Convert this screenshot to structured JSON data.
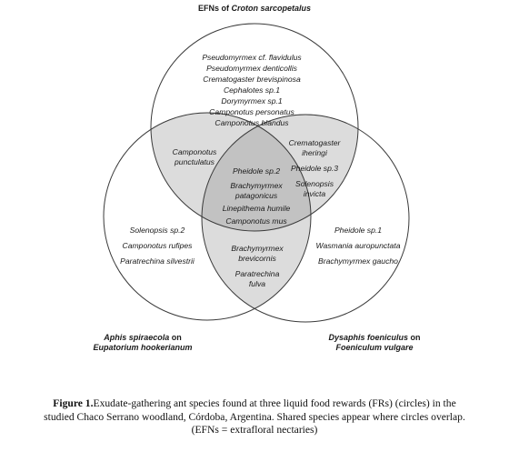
{
  "colors": {
    "overlap_pair": "#dcdcdc",
    "overlap_center": "#c2c2c2",
    "stroke": "#3a3a3a",
    "background": "#ffffff"
  },
  "sets": {
    "top": {
      "label_prefix": "EFNs of ",
      "label_italic": "Croton sarcopetalus"
    },
    "left": {
      "label_italic_1": "Aphis spiraecola",
      "label_rest_1": " on",
      "label_italic_2": "Eupatorium hookerianum"
    },
    "right": {
      "label_italic_1": "Dysaphis foeniculus",
      "label_rest_1": " on",
      "label_italic_2": "Foeniculum vulgare"
    }
  },
  "regions": {
    "top_only": [
      "Pseudomyrmex cf. flavidulus",
      "Pseudomyrmex denticollis",
      "Crematogaster brevispinosa",
      "Cephalotes sp.1",
      "Dorymyrmex sp.1",
      "Camponotus personatus",
      "Camponotus blandus"
    ],
    "top_left": [
      "Camponotus",
      "punctulatus"
    ],
    "top_right": [
      "Crematogaster",
      "iheringi",
      "Pheidole sp.3",
      "Solenopsis",
      "invicta"
    ],
    "center": [
      "Pheidole sp.2",
      "Brachymyrmex",
      "patagonicus",
      "Linepithema humile",
      "Camponotus mus"
    ],
    "left_only": [
      "Solenopsis sp.2",
      "Camponotus rufipes",
      "Paratrechina silvestrii"
    ],
    "left_right": [
      "Brachymyrmex",
      "brevicornis",
      "Paratrechina",
      "fulva"
    ],
    "right_only": [
      "Pheidole sp.1",
      "Wasmania auropunctata",
      "Brachymyrmex gaucho"
    ]
  },
  "caption": {
    "label": "Figure 1.",
    "lines": [
      "Exudate-gathering ant species found at three liquid food rewards (FRs) (circles) in the",
      "studied Chaco Serrano woodland, Córdoba, Argentina. Shared species appear where circles overlap.",
      "(EFNs = extrafloral nectaries)"
    ]
  }
}
